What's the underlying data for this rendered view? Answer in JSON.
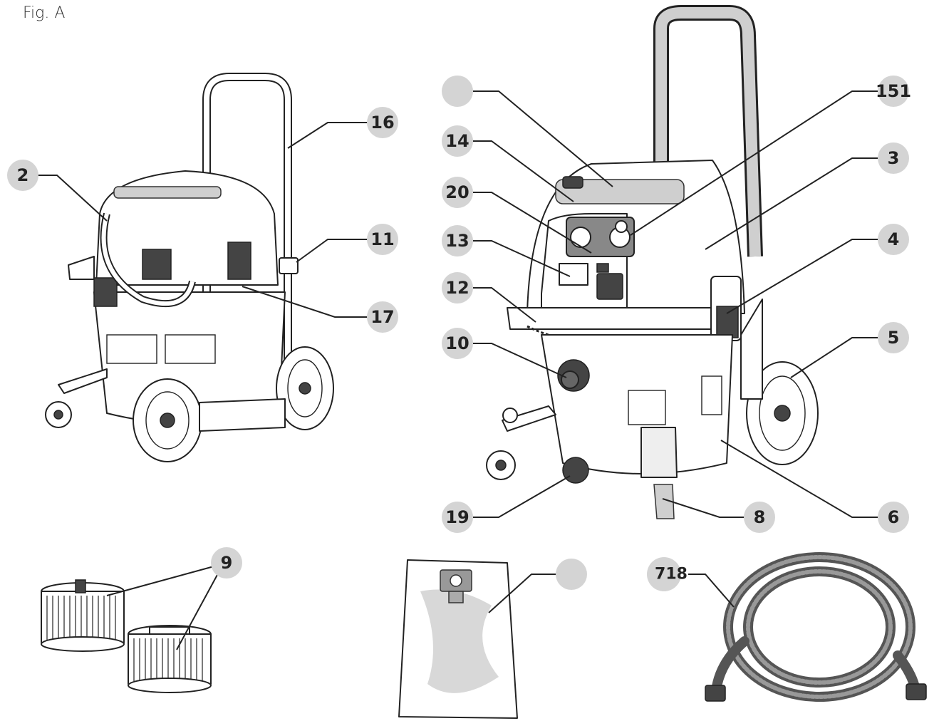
{
  "figure": {
    "title": "Fig. A"
  },
  "callouts": [
    {
      "id": "2",
      "label": "2"
    },
    {
      "id": "16",
      "label": "16"
    },
    {
      "id": "11",
      "label": "11"
    },
    {
      "id": "17",
      "label": "17"
    },
    {
      "id": "blank-top",
      "label": ""
    },
    {
      "id": "151",
      "label": "151"
    },
    {
      "id": "14",
      "label": "14"
    },
    {
      "id": "3",
      "label": "3"
    },
    {
      "id": "20",
      "label": "20"
    },
    {
      "id": "13",
      "label": "13"
    },
    {
      "id": "4",
      "label": "4"
    },
    {
      "id": "12",
      "label": "12"
    },
    {
      "id": "10",
      "label": "10"
    },
    {
      "id": "5",
      "label": "5"
    },
    {
      "id": "19",
      "label": "19"
    },
    {
      "id": "8",
      "label": "8"
    },
    {
      "id": "6",
      "label": "6"
    },
    {
      "id": "9",
      "label": "9"
    },
    {
      "id": "blank-bag",
      "label": ""
    },
    {
      "id": "718",
      "label": "718"
    }
  ]
}
